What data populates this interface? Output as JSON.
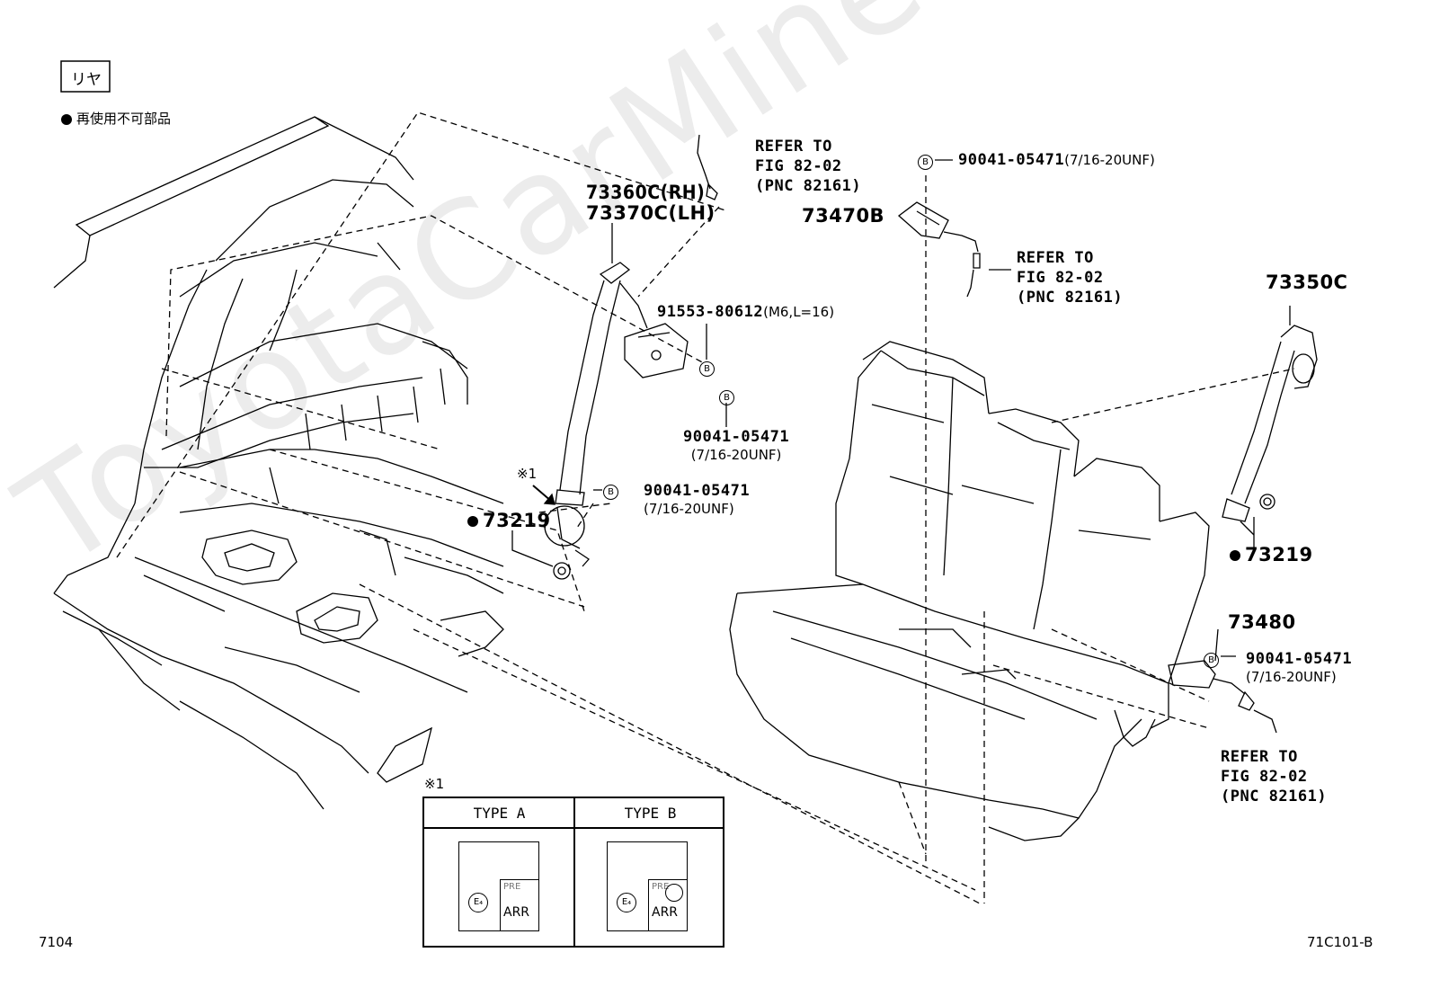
{
  "header": {
    "section_label": "リヤ",
    "legend_text": "再使用不可部品"
  },
  "watermark": "ToyotaCarMine.ru",
  "callouts": {
    "retractor_rh": "73360C(RH)",
    "retractor_lh": "73370C(LH)",
    "refer1_line1": "REFER TO",
    "refer1_line2": "FIG 82-02",
    "refer1_line3": "(PNC 82161)",
    "bolt_m6": "91553-80612",
    "bolt_m6_spec": "(M6,L=16)",
    "bolt_a": "90041-05471",
    "bolt_a_spec": "(7/16-20UNF)",
    "note_mark": "※1",
    "bolt_b": "90041-05471",
    "bolt_b_spec": "(7/16-20UNF)",
    "cover_left": "73219",
    "bolt_top": "90041-05471",
    "bolt_top_spec": "(7/16-20UNF)",
    "buckle_top": "73470B",
    "refer2_line1": "REFER TO",
    "refer2_line2": "FIG 82-02",
    "refer2_line3": "(PNC 82161)",
    "center_belt": "73350C",
    "cover_right": "73219",
    "buckle_right": "73480",
    "bolt_right": "90041-05471",
    "bolt_right_spec": "(7/16-20UNF)",
    "refer3_line1": "REFER TO",
    "refer3_line2": "FIG 82-02",
    "refer3_line3": "(PNC 82161)",
    "b_mark": "B"
  },
  "type_table": {
    "note_mark": "※1",
    "type_a": "TYPE A",
    "type_b": "TYPE B",
    "e_label": "E₄",
    "pre_label": "PRE",
    "arr_label": "ARR"
  },
  "footer": {
    "page_code": "7104",
    "figure_code": "71C101-B"
  }
}
